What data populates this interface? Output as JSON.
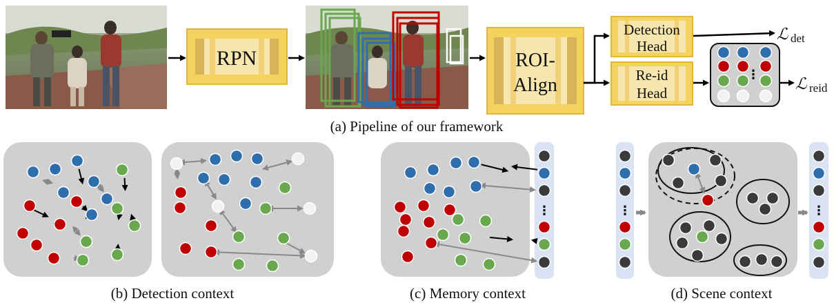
{
  "pipeline": {
    "rpn_label": "RPN",
    "roi_label_line1": "ROI-",
    "roi_label_line2": "Align",
    "det_head_line1": "Detection",
    "det_head_line2": "Head",
    "reid_head_line1": "Re-id",
    "reid_head_line2": "Head",
    "loss_det_main": "ℒ",
    "loss_det_sub": "det",
    "loss_reid_main": "ℒ",
    "loss_reid_sub": "reid",
    "caption": "(a) Pipeline of our framework"
  },
  "panels": {
    "detection_caption": "(b) Detection context",
    "memory_caption": "(c) Memory context",
    "scene_caption": "(d) Scene context",
    "ellipsis": "⋮"
  },
  "colors": {
    "blue": "#2f6ead",
    "red": "#c00000",
    "green": "#6aa84f",
    "dark": "#3a3a3a",
    "white_node": "#f2f2f2",
    "panel_gray": "#d0d0d0",
    "bank_blue": "#dae3f3",
    "module_yellow": "#f3c94f",
    "module_gold": "#d4a94a",
    "box_green": "#6aa84f",
    "box_blue": "#2f6ead",
    "box_red": "#c00000"
  },
  "icons": {
    "photo_plain": "pedestrian-photo",
    "photo_boxed": "pedestrian-photo-with-proposals"
  }
}
